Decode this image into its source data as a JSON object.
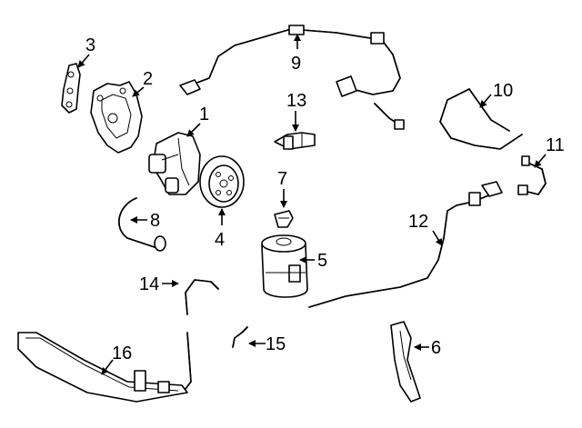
{
  "callouts": [
    {
      "id": "1",
      "text": "1"
    },
    {
      "id": "2",
      "text": "2"
    },
    {
      "id": "3",
      "text": "3"
    },
    {
      "id": "4",
      "text": "4"
    },
    {
      "id": "5",
      "text": "5"
    },
    {
      "id": "6",
      "text": "6"
    },
    {
      "id": "7",
      "text": "7"
    },
    {
      "id": "8",
      "text": "8"
    },
    {
      "id": "9",
      "text": "9"
    },
    {
      "id": "10",
      "text": "10"
    },
    {
      "id": "11",
      "text": "11"
    },
    {
      "id": "12",
      "text": "12"
    },
    {
      "id": "13",
      "text": "13"
    },
    {
      "id": "14",
      "text": "14"
    },
    {
      "id": "15",
      "text": "15"
    },
    {
      "id": "16",
      "text": "16"
    }
  ],
  "colors": {
    "line": "#000000",
    "background": "#ffffff"
  }
}
